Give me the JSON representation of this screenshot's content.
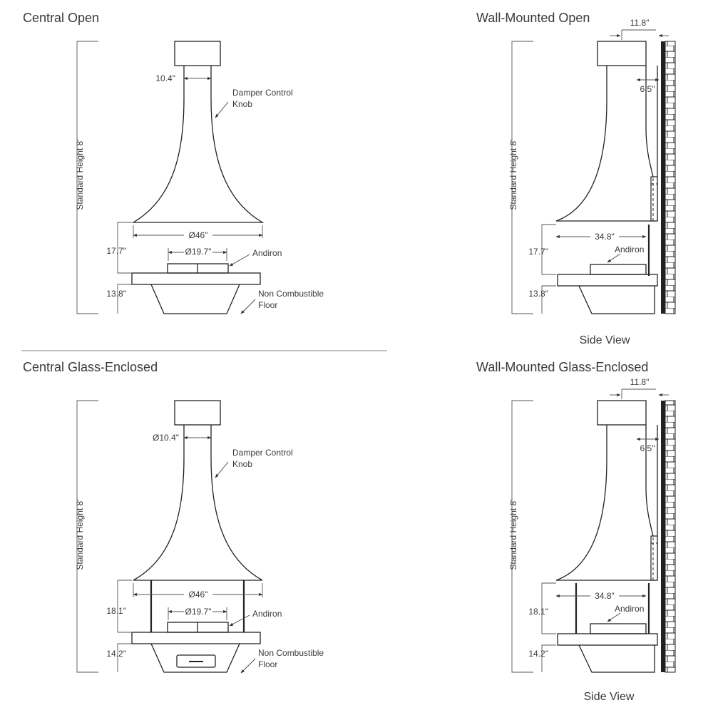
{
  "sections": {
    "central_open": {
      "title": "Central Open",
      "flue_width": "10.4\"",
      "damper_label_1": "Damper Control",
      "damper_label_2": "Knob",
      "height_label": "Standard Height 8'",
      "hood_diameter": "Ø46\"",
      "andiron_diameter": "Ø19.7\"",
      "andiron_label": "Andiron",
      "upper_height": "17.7\"",
      "base_height": "13.8\"",
      "floor_label_1": "Non Combustible",
      "floor_label_2": "Floor"
    },
    "wall_open": {
      "title": "Wall-Mounted Open",
      "top_width": "11.8\"",
      "wall_offset": "6.5\"",
      "height_label": "Standard Height 8'",
      "hood_depth": "34.8\"",
      "andiron_label": "Andiron",
      "upper_height": "17.7\"",
      "base_height": "13.8\"",
      "caption": "Side View"
    },
    "central_glass": {
      "title": "Central Glass-Enclosed",
      "flue_width": "Ø10.4\"",
      "damper_label_1": "Damper Control",
      "damper_label_2": "Knob",
      "height_label": "Standard Height 8'",
      "hood_diameter": "Ø46\"",
      "andiron_diameter": "Ø19.7\"",
      "andiron_label": "Andiron",
      "upper_height": "18.1\"",
      "base_height": "14.2\"",
      "floor_label_1": "Non Combustible",
      "floor_label_2": "Floor"
    },
    "wall_glass": {
      "title": "Wall-Mounted Glass-Enclosed",
      "top_width": "11.8\"",
      "wall_offset": "6.5\"",
      "height_label": "Standard Height 8'",
      "hood_depth": "34.8\"",
      "andiron_label": "Andiron",
      "upper_height": "18.1\"",
      "base_height": "14.2\"",
      "caption": "Side View"
    }
  },
  "colors": {
    "line": "#222222",
    "text": "#3a3a3a",
    "divider": "#888888"
  }
}
